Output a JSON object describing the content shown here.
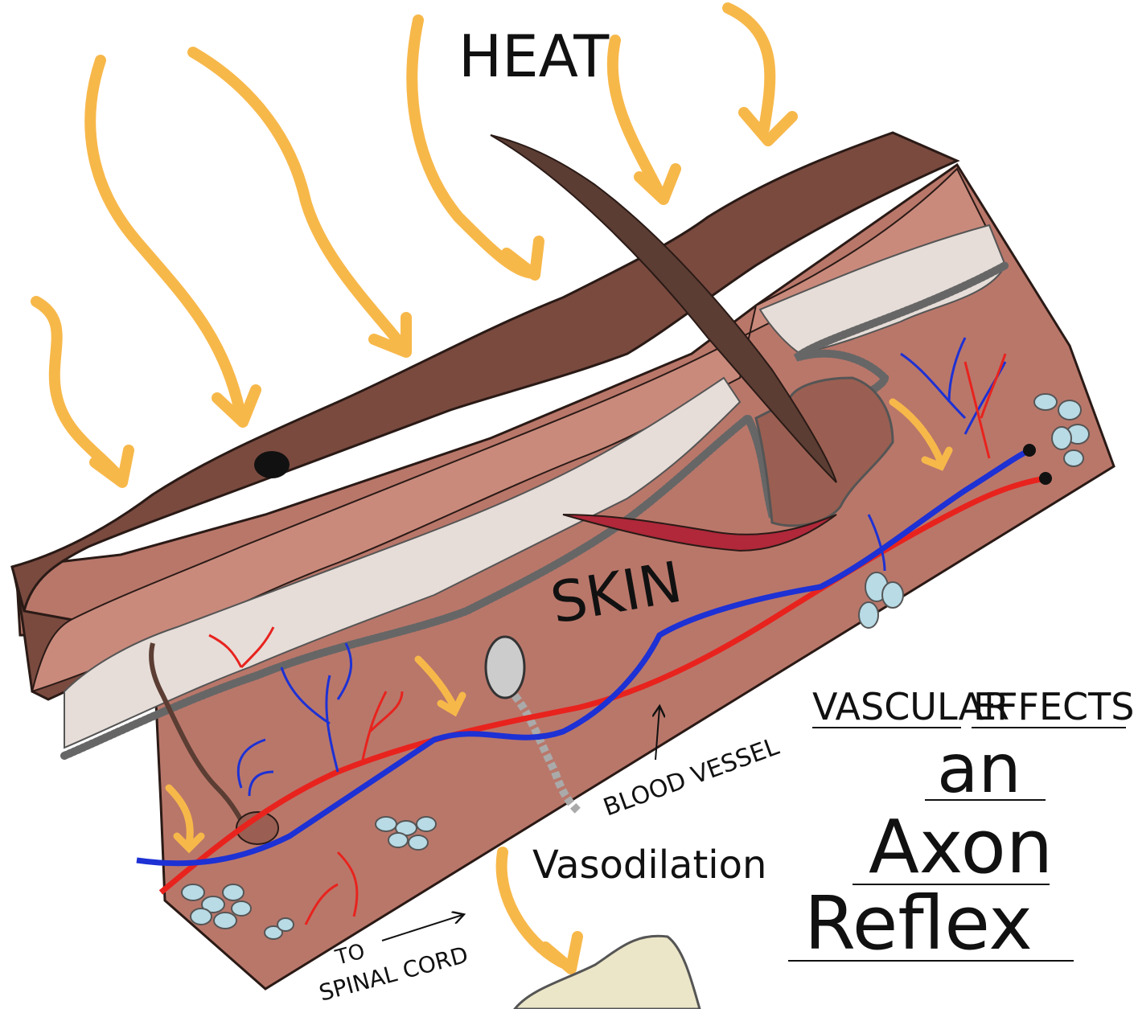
{
  "labels": {
    "heat": "HEAT",
    "skin": "SKIN",
    "blood_vessel": "BLOOD VESSEL",
    "to_spinal_cord_line1": "TO",
    "to_spinal_cord_line2": "SPINAL CORD",
    "vasodilation": "Vasodilation"
  },
  "title": {
    "word1": "VASCULAR",
    "word2": "EFFECTS",
    "line2": "an",
    "line3": "Axon",
    "line4": "Reflex"
  },
  "colors": {
    "heat_arrow": "#f7b84a",
    "skin_dark": "#7a4a3f",
    "skin_mid": "#c98a7c",
    "dermis": "#b9776a",
    "epidermis": "#e6ddd8",
    "artery": "#e8231e",
    "vein": "#1d31d4",
    "hair": "#5b3d33",
    "muscle": "#b0283a",
    "fat": "#b8dbe6",
    "outline": "#2a1a16"
  }
}
